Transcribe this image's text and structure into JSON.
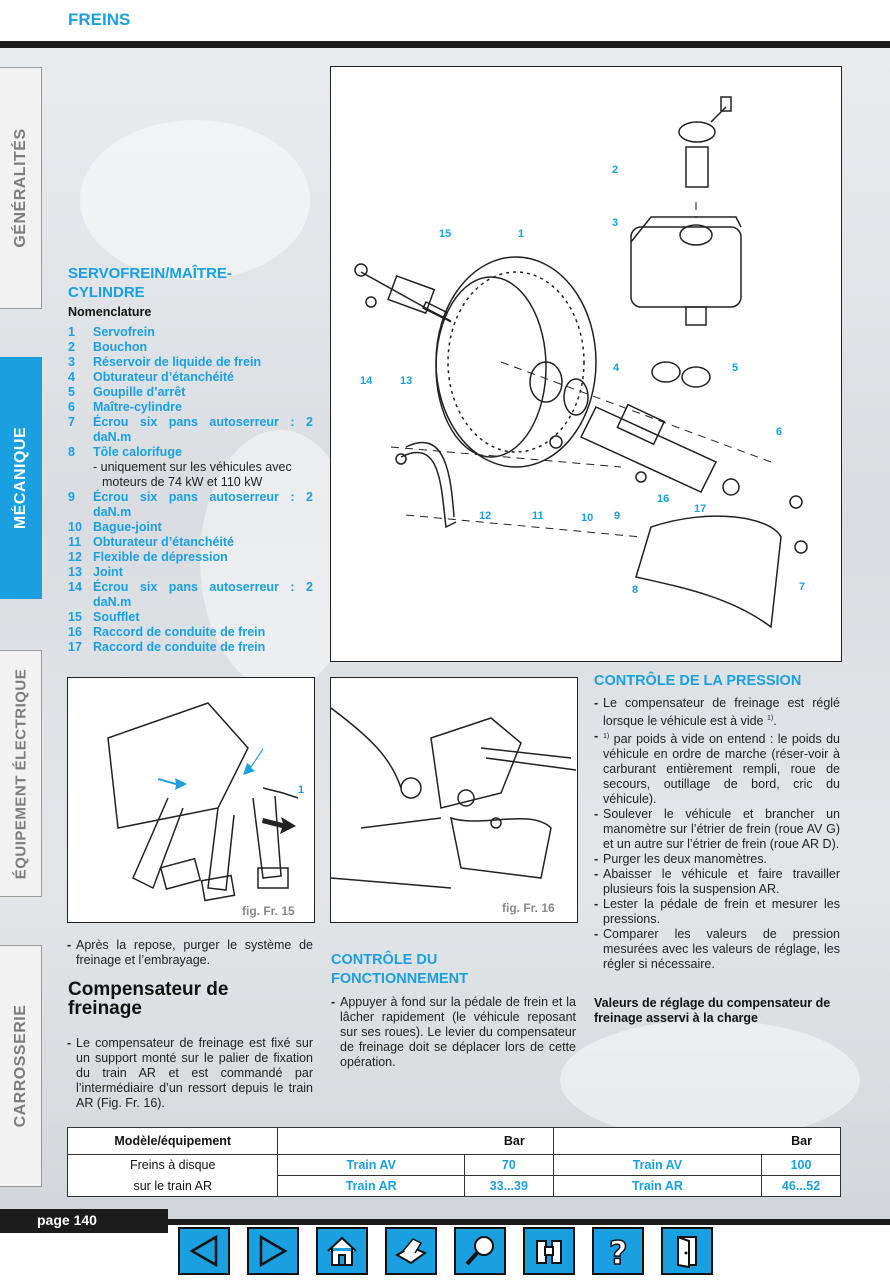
{
  "header": {
    "title": "FREINS"
  },
  "side_tabs": [
    {
      "label": "GÉNÉRALITÉS",
      "active": false
    },
    {
      "label": "MÉCANIQUE",
      "active": true
    },
    {
      "label": "ÉQUIPEMENT ÉLECTRIQUE",
      "active": false
    },
    {
      "label": "CARROSSERIE",
      "active": false
    }
  ],
  "servo": {
    "title_line1": "SERVOFREIN/MAÎTRE-",
    "title_line2": "CYLINDRE",
    "subtitle": "Nomenclature",
    "items": [
      {
        "n": "1",
        "t": "Servofrein"
      },
      {
        "n": "2",
        "t": "Bouchon"
      },
      {
        "n": "3",
        "t": "Réservoir de liquide de frein"
      },
      {
        "n": "4",
        "t": "Obturateur d’étanchéité"
      },
      {
        "n": "5",
        "t": "Goupille d’arrêt"
      },
      {
        "n": "6",
        "t": "Maître-cylindre"
      },
      {
        "n": "7",
        "t": "Écrou six pans autoserreur : 2 daN.m"
      },
      {
        "n": "8",
        "t": "Tôle calorifuge",
        "sub": "- uniquement sur les véhicules avec moteurs de 74 kW et 110 kW"
      },
      {
        "n": "9",
        "t": "Écrou six pans autoserreur : 2 daN.m"
      },
      {
        "n": "10",
        "t": "Bague-joint"
      },
      {
        "n": "11",
        "t": "Obturateur d’étanchéité"
      },
      {
        "n": "12",
        "t": "Flexible de dépression"
      },
      {
        "n": "13",
        "t": "Joint"
      },
      {
        "n": "14",
        "t": "Écrou six pans autoserreur : 2 daN.m"
      },
      {
        "n": "15",
        "t": "Soufflet"
      },
      {
        "n": "16",
        "t": "Raccord de conduite de frein"
      },
      {
        "n": "17",
        "t": "Raccord de conduite de frein"
      }
    ]
  },
  "diagram": {
    "labels": [
      "2",
      "3",
      "15",
      "1",
      "4",
      "5",
      "14",
      "13",
      "6",
      "16",
      "17",
      "12",
      "11",
      "10",
      "9",
      "8",
      "7"
    ]
  },
  "fig15": {
    "caption": "fig. Fr. 15",
    "callout": "1"
  },
  "fig16": {
    "caption": "fig. Fr. 16"
  },
  "after_fig15": "Après la repose, purger le système de freinage et l’embrayage.",
  "compensateur": {
    "title_line1": "Compensateur de",
    "title_line2": "freinage",
    "text": "Le compensateur de freinage est fixé sur un support monté sur le palier de fixation du train AR et est commandé par l’intermédiaire d’un ressort depuis le train AR (Fig. Fr. 16)."
  },
  "fonctionnement": {
    "title_line1": "CONTRÔLE DU",
    "title_line2": "FONCTIONNEMENT",
    "text": "Appuyer à fond sur la pédale de frein et la lâcher rapidement (le véhicule reposant sur ses roues). Le levier du compensateur de freinage doit se déplacer lors de cette opération."
  },
  "pression": {
    "title": "CONTRÔLE DE LA PRESSION",
    "b1": "Le compensateur de freinage est réglé lorsque le véhicule est à vide",
    "b1_sup": "1)",
    "b2_sup": "1)",
    "b2": "par poids à vide on entend : le poids du véhicule en ordre de marche (réser-voir à carburant entièrement rempli, roue de secours, outillage de bord, cric du véhicule).",
    "b3": "Soulever le véhicule et brancher un manomètre sur l’étrier de frein (roue AV G) et un autre sur l’étrier de frein (roue AR D).",
    "b4": "Purger les deux manomètres.",
    "b5": "Abaisser le véhicule et faire travailler plusieurs fois la suspension AR.",
    "b6": "Lester la pédale de frein et mesurer les pressions.",
    "b7": "Comparer les valeurs de pression mesurées avec les valeurs de réglage, les régler si nécessaire.",
    "valeurs_title": "Valeurs de réglage du compensateur de freinage asservi à la charge"
  },
  "table": {
    "h_model": "Modèle/équipement",
    "h_bar1": "Bar",
    "h_bar2": "Bar",
    "model_l1": "Freins à disque",
    "model_l2": "sur le train AR",
    "r1": {
      "a": "Train AV",
      "b": "70",
      "c": "Train AV",
      "d": "100"
    },
    "r2": {
      "a": "Train AR",
      "b": "33...39",
      "c": "Train AR",
      "d": "46...52"
    }
  },
  "footer": {
    "page": "page 140"
  },
  "colors": {
    "accent": "#1aa0e0",
    "dark": "#1c1c1c",
    "nav": "#1aa0e0"
  },
  "nav_icons": [
    "arrow-left-icon",
    "arrow-right-icon",
    "home-icon",
    "printer-icon",
    "search-icon",
    "binoculars-icon",
    "help-icon",
    "exit-door-icon"
  ]
}
